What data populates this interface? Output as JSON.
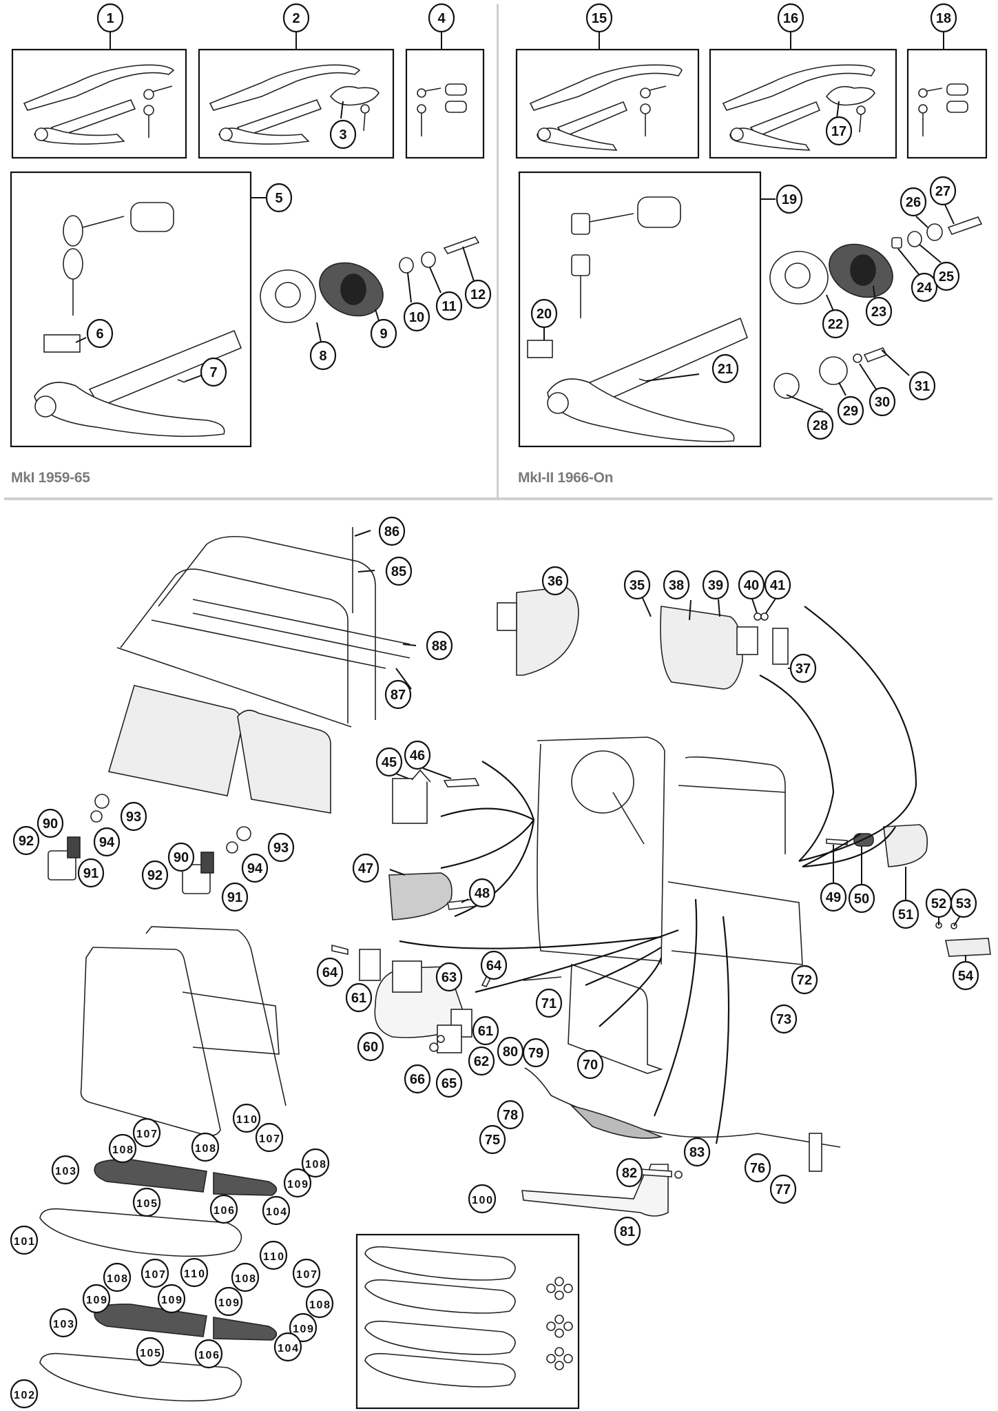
{
  "title": "Mini door handles, locks, hinges and door fittings - exploded parts diagram",
  "sections": {
    "mk1": {
      "caption": "MkI 1959-65"
    },
    "mk2": {
      "caption": "MkI-II 1966-On"
    }
  },
  "parts": {
    "p1": "1",
    "p2": "2",
    "p3": "3",
    "p4": "4",
    "p5": "5",
    "p6": "6",
    "p7": "7",
    "p8": "8",
    "p9": "9",
    "p10": "10",
    "p11": "11",
    "p12": "12",
    "p15": "15",
    "p16": "16",
    "p17": "17",
    "p18": "18",
    "p19": "19",
    "p20": "20",
    "p21": "21",
    "p22": "22",
    "p23": "23",
    "p24": "24",
    "p25": "25",
    "p26": "26",
    "p27": "27",
    "p28": "28",
    "p29": "29",
    "p30": "30",
    "p31": "31",
    "p35": "35",
    "p36": "36",
    "p37": "37",
    "p38": "38",
    "p39": "39",
    "p40": "40",
    "p41": "41",
    "p45": "45",
    "p46": "46",
    "p47": "47",
    "p48": "48",
    "p49": "49",
    "p50": "50",
    "p51": "51",
    "p52": "52",
    "p53": "53",
    "p54": "54",
    "p60": "60",
    "p61": "61",
    "p62": "62",
    "p63": "63",
    "p64": "64",
    "p65": "65",
    "p66": "66",
    "p70": "70",
    "p71": "71",
    "p72": "72",
    "p73": "73",
    "p75": "75",
    "p76": "76",
    "p77": "77",
    "p78": "78",
    "p79": "79",
    "p80": "80",
    "p81": "81",
    "p82": "82",
    "p83": "83",
    "p85": "85",
    "p86": "86",
    "p87": "87",
    "p88": "88",
    "p90": "90",
    "p91": "91",
    "p92": "92",
    "p93": "93",
    "p94": "94",
    "p100": "100",
    "p101": "101",
    "p102": "102",
    "p103": "103",
    "p104": "104",
    "p105": "105",
    "p106": "106",
    "p107": "107",
    "p108": "108",
    "p109": "109",
    "p110": "110"
  },
  "colors": {
    "ink": "#111111",
    "caption": "#7a7a7a",
    "divider": "#cfcfcf"
  }
}
